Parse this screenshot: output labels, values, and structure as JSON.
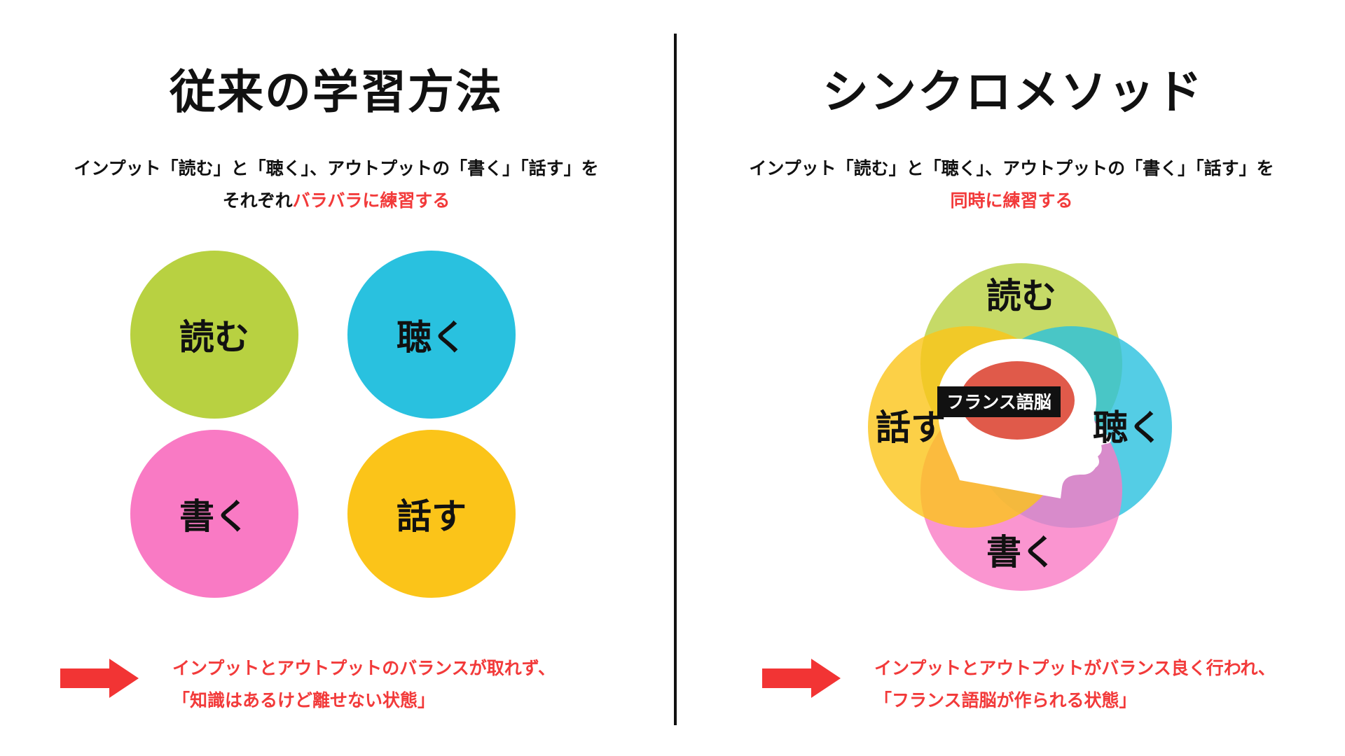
{
  "left": {
    "title": "従来の学習方法",
    "desc_line1": "インプット「読む」と「聴く」、アウトプットの「書く」「話す」を",
    "desc_line2_prefix": "それぞれ",
    "desc_line2_highlight": "バラバラに練習する",
    "circles": [
      {
        "label": "読む",
        "color": "#b8d141"
      },
      {
        "label": "聴く",
        "color": "#29c1df"
      },
      {
        "label": "書く",
        "color": "#f97ac4"
      },
      {
        "label": "話す",
        "color": "#fbc419"
      }
    ],
    "conclusion_line1": "インプットとアウトプットのバランスが取れず、",
    "conclusion_line2": "「知識はあるけど離せない状態」"
  },
  "right": {
    "title": "シンクロメソッド",
    "desc_line1": "インプット「読む」と「聴く」、アウトプットの「書く」「話す」を",
    "desc_line2_highlight": "同時に練習する",
    "venn": {
      "top": {
        "label": "読む",
        "color": "#b8d141"
      },
      "right": {
        "label": "聴く",
        "color": "#29c1df"
      },
      "bottom": {
        "label": "書く",
        "color": "#f97ac4"
      },
      "left": {
        "label": "話す",
        "color": "#fbc419"
      },
      "center_label": "フランス語脳",
      "head_icon": "human-head-profile-icon",
      "brain_color": "#e05a4a"
    },
    "conclusion_line1": "インプットとアウトプットがバランス良く行われ、",
    "conclusion_line2": "「フランス語脳が作られる状態」"
  },
  "colors": {
    "accent": "#f23a3a",
    "arrow": "#f23434",
    "text": "#111111"
  },
  "icons": {
    "arrow": "right-arrow-icon"
  }
}
